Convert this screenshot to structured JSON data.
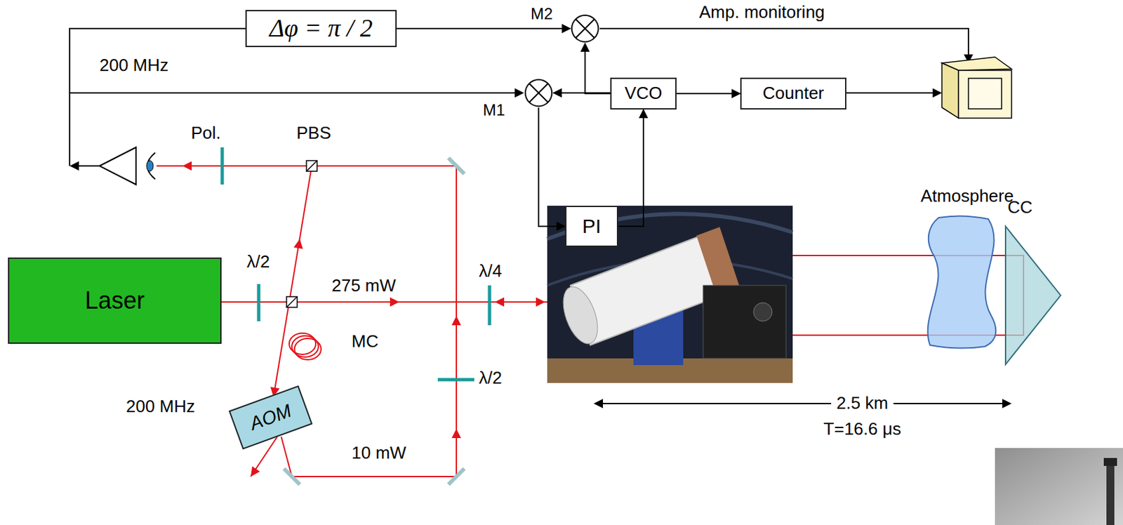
{
  "diagram": {
    "nodes": [
      {
        "text": [
          "Δφ = π / 2"
        ]
      },
      {
        "text": [
          "M2"
        ]
      },
      {
        "text": [
          "M1"
        ]
      },
      {
        "text": [
          "VCO"
        ]
      },
      {
        "text": [
          "Counter"
        ]
      },
      {
        "text": [
          "PI"
        ]
      },
      {
        "text": [
          "Laser"
        ]
      },
      {
        "text": [
          "Atmosphere"
        ]
      },
      {
        "text": [
          "CC"
        ]
      },
      {
        "text": [
          "AOM"
        ]
      }
    ],
    "edges": [
      {
        "from": 0,
        "to": 1,
        "arrow": "to"
      },
      {
        "from": 3,
        "to": 2,
        "arrow": "to"
      },
      {
        "from": 3,
        "to": 1,
        "arrow": "to"
      },
      {
        "from": 3,
        "to": 4,
        "arrow": "to"
      },
      {
        "from": 2,
        "to": 5,
        "arrow": "to"
      },
      {
        "from": 5,
        "to": 3,
        "arrow": "to"
      }
    ],
    "labels": [
      "200 MHz",
      "Amp. monitoring",
      "Pol.",
      "PBS",
      "λ/2",
      "275 mW",
      "λ/4",
      "MC",
      "λ/2",
      "200 MHz",
      "10 mW",
      "2.5 km",
      "T=16.6 μs"
    ]
  }
}
